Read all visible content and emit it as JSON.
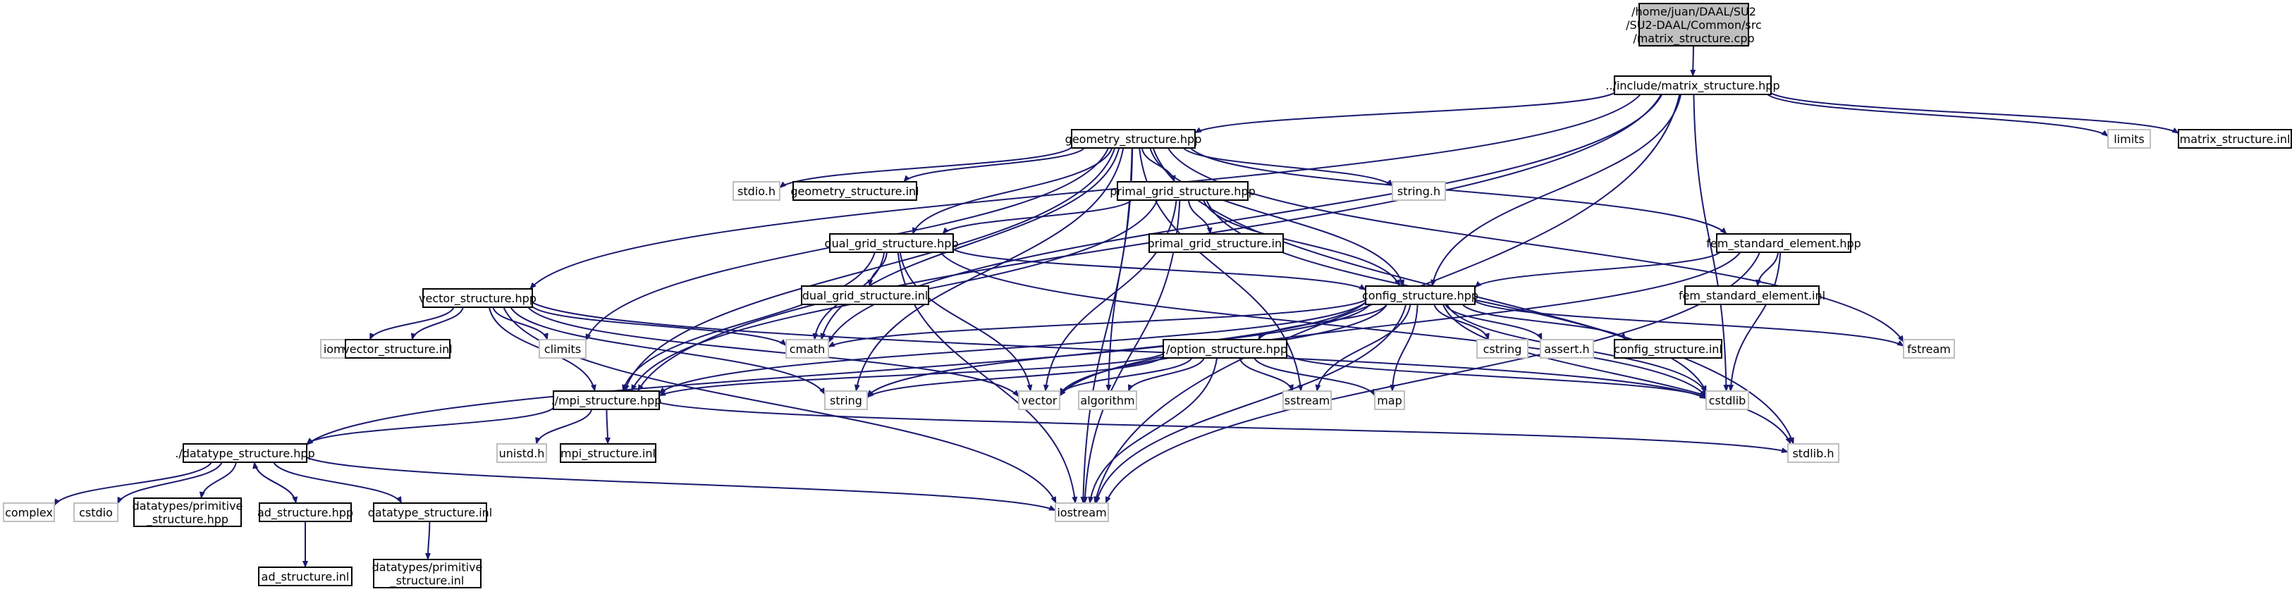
{
  "diagram": {
    "root": "/home/juan/DAAL/SU2/SU2-DAAL/Common/src/matrix_structure.cpp",
    "colors": {
      "edge": "#191970",
      "root_fill": "#bfbfbf",
      "node_border": "#000000",
      "system_border": "#bfbfbf"
    },
    "nodes": [
      {
        "id": "root",
        "label": "/home/juan/DAAL/SU2\n/SU2-DAAL/Common/src\n/matrix_structure.cpp",
        "kind": "root"
      },
      {
        "id": "matrix_hpp",
        "label": "../include/matrix_structure.hpp",
        "kind": "file"
      },
      {
        "id": "limits",
        "label": "limits",
        "kind": "system"
      },
      {
        "id": "matrix_inl",
        "label": "matrix_structure.inl",
        "kind": "file"
      },
      {
        "id": "geometry_hpp",
        "label": "geometry_structure.hpp",
        "kind": "file"
      },
      {
        "id": "stdio_h",
        "label": "stdio.h",
        "kind": "system"
      },
      {
        "id": "geometry_inl",
        "label": "geometry_structure.inl",
        "kind": "file"
      },
      {
        "id": "primal_hpp",
        "label": "primal_grid_structure.hpp",
        "kind": "file"
      },
      {
        "id": "string_h",
        "label": "string.h",
        "kind": "system"
      },
      {
        "id": "primal_inl",
        "label": "primal_grid_structure.inl",
        "kind": "file"
      },
      {
        "id": "dual_hpp",
        "label": "dual_grid_structure.hpp",
        "kind": "file"
      },
      {
        "id": "dual_inl",
        "label": "dual_grid_structure.inl",
        "kind": "file"
      },
      {
        "id": "fem_hpp",
        "label": "fem_standard_element.hpp",
        "kind": "file"
      },
      {
        "id": "fem_inl",
        "label": "fem_standard_element.inl",
        "kind": "file"
      },
      {
        "id": "vector_hpp",
        "label": "vector_structure.hpp",
        "kind": "file"
      },
      {
        "id": "config_hpp",
        "label": "config_structure.hpp",
        "kind": "file"
      },
      {
        "id": "iomanip",
        "label": "iomanip",
        "kind": "system"
      },
      {
        "id": "vector_inl",
        "label": "vector_structure.inl",
        "kind": "file"
      },
      {
        "id": "climits",
        "label": "climits",
        "kind": "system"
      },
      {
        "id": "cmath",
        "label": "cmath",
        "kind": "system"
      },
      {
        "id": "cstring",
        "label": "cstring",
        "kind": "system"
      },
      {
        "id": "assert_h",
        "label": "assert.h",
        "kind": "system"
      },
      {
        "id": "config_inl",
        "label": "config_structure.inl",
        "kind": "file"
      },
      {
        "id": "fstream",
        "label": "fstream",
        "kind": "system"
      },
      {
        "id": "option_hpp",
        "label": "./option_structure.hpp",
        "kind": "file"
      },
      {
        "id": "string",
        "label": "string",
        "kind": "system"
      },
      {
        "id": "vector",
        "label": "vector",
        "kind": "system"
      },
      {
        "id": "algorithm",
        "label": "algorithm",
        "kind": "system"
      },
      {
        "id": "sstream",
        "label": "sstream",
        "kind": "system"
      },
      {
        "id": "map",
        "label": "map",
        "kind": "system"
      },
      {
        "id": "cstdlib",
        "label": "cstdlib",
        "kind": "system"
      },
      {
        "id": "mpi_hpp",
        "label": "./mpi_structure.hpp",
        "kind": "file"
      },
      {
        "id": "unistd_h",
        "label": "unistd.h",
        "kind": "system"
      },
      {
        "id": "mpi_inl",
        "label": "mpi_structure.inl",
        "kind": "file"
      },
      {
        "id": "datatype_hpp",
        "label": "./datatype_structure.hpp",
        "kind": "file"
      },
      {
        "id": "stdlib_h",
        "label": "stdlib.h",
        "kind": "system"
      },
      {
        "id": "complex",
        "label": "complex",
        "kind": "system"
      },
      {
        "id": "cstdio",
        "label": "cstdio",
        "kind": "system"
      },
      {
        "id": "dt_prim_hpp",
        "label": "datatypes/primitive\n_structure.hpp",
        "kind": "file"
      },
      {
        "id": "ad_hpp",
        "label": "ad_structure.hpp",
        "kind": "file"
      },
      {
        "id": "datatype_inl",
        "label": "datatype_structure.inl",
        "kind": "file"
      },
      {
        "id": "iostream",
        "label": "iostream",
        "kind": "system"
      },
      {
        "id": "ad_inl",
        "label": "ad_structure.inl",
        "kind": "file"
      },
      {
        "id": "dt_prim_inl",
        "label": "datatypes/primitive\n_structure.inl",
        "kind": "file"
      }
    ],
    "edges": [
      [
        "root",
        "matrix_hpp"
      ],
      [
        "matrix_hpp",
        "geometry_hpp"
      ],
      [
        "matrix_hpp",
        "limits"
      ],
      [
        "matrix_hpp",
        "matrix_inl"
      ],
      [
        "matrix_hpp",
        "vector_hpp"
      ],
      [
        "matrix_hpp",
        "mpi_hpp"
      ],
      [
        "matrix_hpp",
        "cmath"
      ],
      [
        "matrix_hpp",
        "config_hpp"
      ],
      [
        "matrix_hpp",
        "cstdlib"
      ],
      [
        "matrix_hpp",
        "iostream"
      ],
      [
        "geometry_hpp",
        "stdio_h"
      ],
      [
        "geometry_hpp",
        "geometry_inl"
      ],
      [
        "geometry_hpp",
        "primal_hpp"
      ],
      [
        "geometry_hpp",
        "string_h"
      ],
      [
        "geometry_hpp",
        "dual_hpp"
      ],
      [
        "geometry_hpp",
        "fem_hpp"
      ],
      [
        "geometry_hpp",
        "config_hpp"
      ],
      [
        "geometry_hpp",
        "climits"
      ],
      [
        "geometry_hpp",
        "cmath"
      ],
      [
        "geometry_hpp",
        "string"
      ],
      [
        "geometry_hpp",
        "mpi_hpp"
      ],
      [
        "geometry_hpp",
        "algorithm"
      ],
      [
        "geometry_hpp",
        "sstream"
      ],
      [
        "geometry_hpp",
        "fstream"
      ],
      [
        "geometry_hpp",
        "stdlib_h"
      ],
      [
        "geometry_hpp",
        "iostream"
      ],
      [
        "primal_hpp",
        "primal_inl"
      ],
      [
        "primal_hpp",
        "dual_hpp"
      ],
      [
        "primal_hpp",
        "config_hpp"
      ],
      [
        "primal_hpp",
        "mpi_hpp"
      ],
      [
        "primal_hpp",
        "vector"
      ],
      [
        "primal_hpp",
        "iostream"
      ],
      [
        "primal_hpp",
        "cstdlib"
      ],
      [
        "dual_hpp",
        "dual_inl"
      ],
      [
        "dual_hpp",
        "config_hpp"
      ],
      [
        "dual_hpp",
        "cmath"
      ],
      [
        "dual_hpp",
        "mpi_hpp"
      ],
      [
        "dual_hpp",
        "vector"
      ],
      [
        "dual_hpp",
        "iostream"
      ],
      [
        "dual_hpp",
        "cstdlib"
      ],
      [
        "fem_hpp",
        "fem_inl"
      ],
      [
        "fem_hpp",
        "config_hpp"
      ],
      [
        "fem_hpp",
        "vector"
      ],
      [
        "fem_hpp",
        "cstdlib"
      ],
      [
        "fem_hpp",
        "iostream"
      ],
      [
        "vector_hpp",
        "iomanip"
      ],
      [
        "vector_hpp",
        "vector_inl"
      ],
      [
        "vector_hpp",
        "climits"
      ],
      [
        "vector_hpp",
        "cmath"
      ],
      [
        "vector_hpp",
        "string"
      ],
      [
        "vector_hpp",
        "vector"
      ],
      [
        "vector_hpp",
        "mpi_hpp"
      ],
      [
        "vector_hpp",
        "iostream"
      ],
      [
        "vector_hpp",
        "cstdlib"
      ],
      [
        "config_hpp",
        "cstring"
      ],
      [
        "config_hpp",
        "assert_h"
      ],
      [
        "config_hpp",
        "config_inl"
      ],
      [
        "config_hpp",
        "fstream"
      ],
      [
        "config_hpp",
        "option_hpp"
      ],
      [
        "config_hpp",
        "cmath"
      ],
      [
        "config_hpp",
        "string"
      ],
      [
        "config_hpp",
        "vector"
      ],
      [
        "config_hpp",
        "sstream"
      ],
      [
        "config_hpp",
        "map"
      ],
      [
        "config_hpp",
        "cstdlib"
      ],
      [
        "config_hpp",
        "mpi_hpp"
      ],
      [
        "config_hpp",
        "datatype_hpp"
      ],
      [
        "config_hpp",
        "stdlib_h"
      ],
      [
        "config_hpp",
        "iostream"
      ],
      [
        "option_hpp",
        "string"
      ],
      [
        "option_hpp",
        "vector"
      ],
      [
        "option_hpp",
        "algorithm"
      ],
      [
        "option_hpp",
        "sstream"
      ],
      [
        "option_hpp",
        "map"
      ],
      [
        "option_hpp",
        "cstdlib"
      ],
      [
        "option_hpp",
        "mpi_hpp"
      ],
      [
        "option_hpp",
        "iostream"
      ],
      [
        "mpi_hpp",
        "datatype_hpp"
      ],
      [
        "mpi_hpp",
        "unistd_h"
      ],
      [
        "mpi_hpp",
        "mpi_inl"
      ],
      [
        "mpi_hpp",
        "stdlib_h"
      ],
      [
        "datatype_hpp",
        "complex"
      ],
      [
        "datatype_hpp",
        "cstdio"
      ],
      [
        "datatype_hpp",
        "dt_prim_hpp"
      ],
      [
        "datatype_hpp",
        "ad_hpp"
      ],
      [
        "datatype_hpp",
        "datatype_inl"
      ],
      [
        "datatype_hpp",
        "iostream"
      ],
      [
        "ad_hpp",
        "datatype_hpp"
      ],
      [
        "ad_hpp",
        "ad_inl"
      ],
      [
        "datatype_inl",
        "dt_prim_inl"
      ]
    ]
  }
}
